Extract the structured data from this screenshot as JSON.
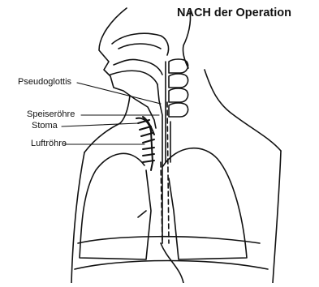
{
  "title": "NACH der Operation",
  "labels": {
    "pseudoglottis": "Pseudoglottis",
    "speiseroehre": "Speiseröhre",
    "stoma": "Stoma",
    "luftroehre": "Luftröhre"
  }
}
